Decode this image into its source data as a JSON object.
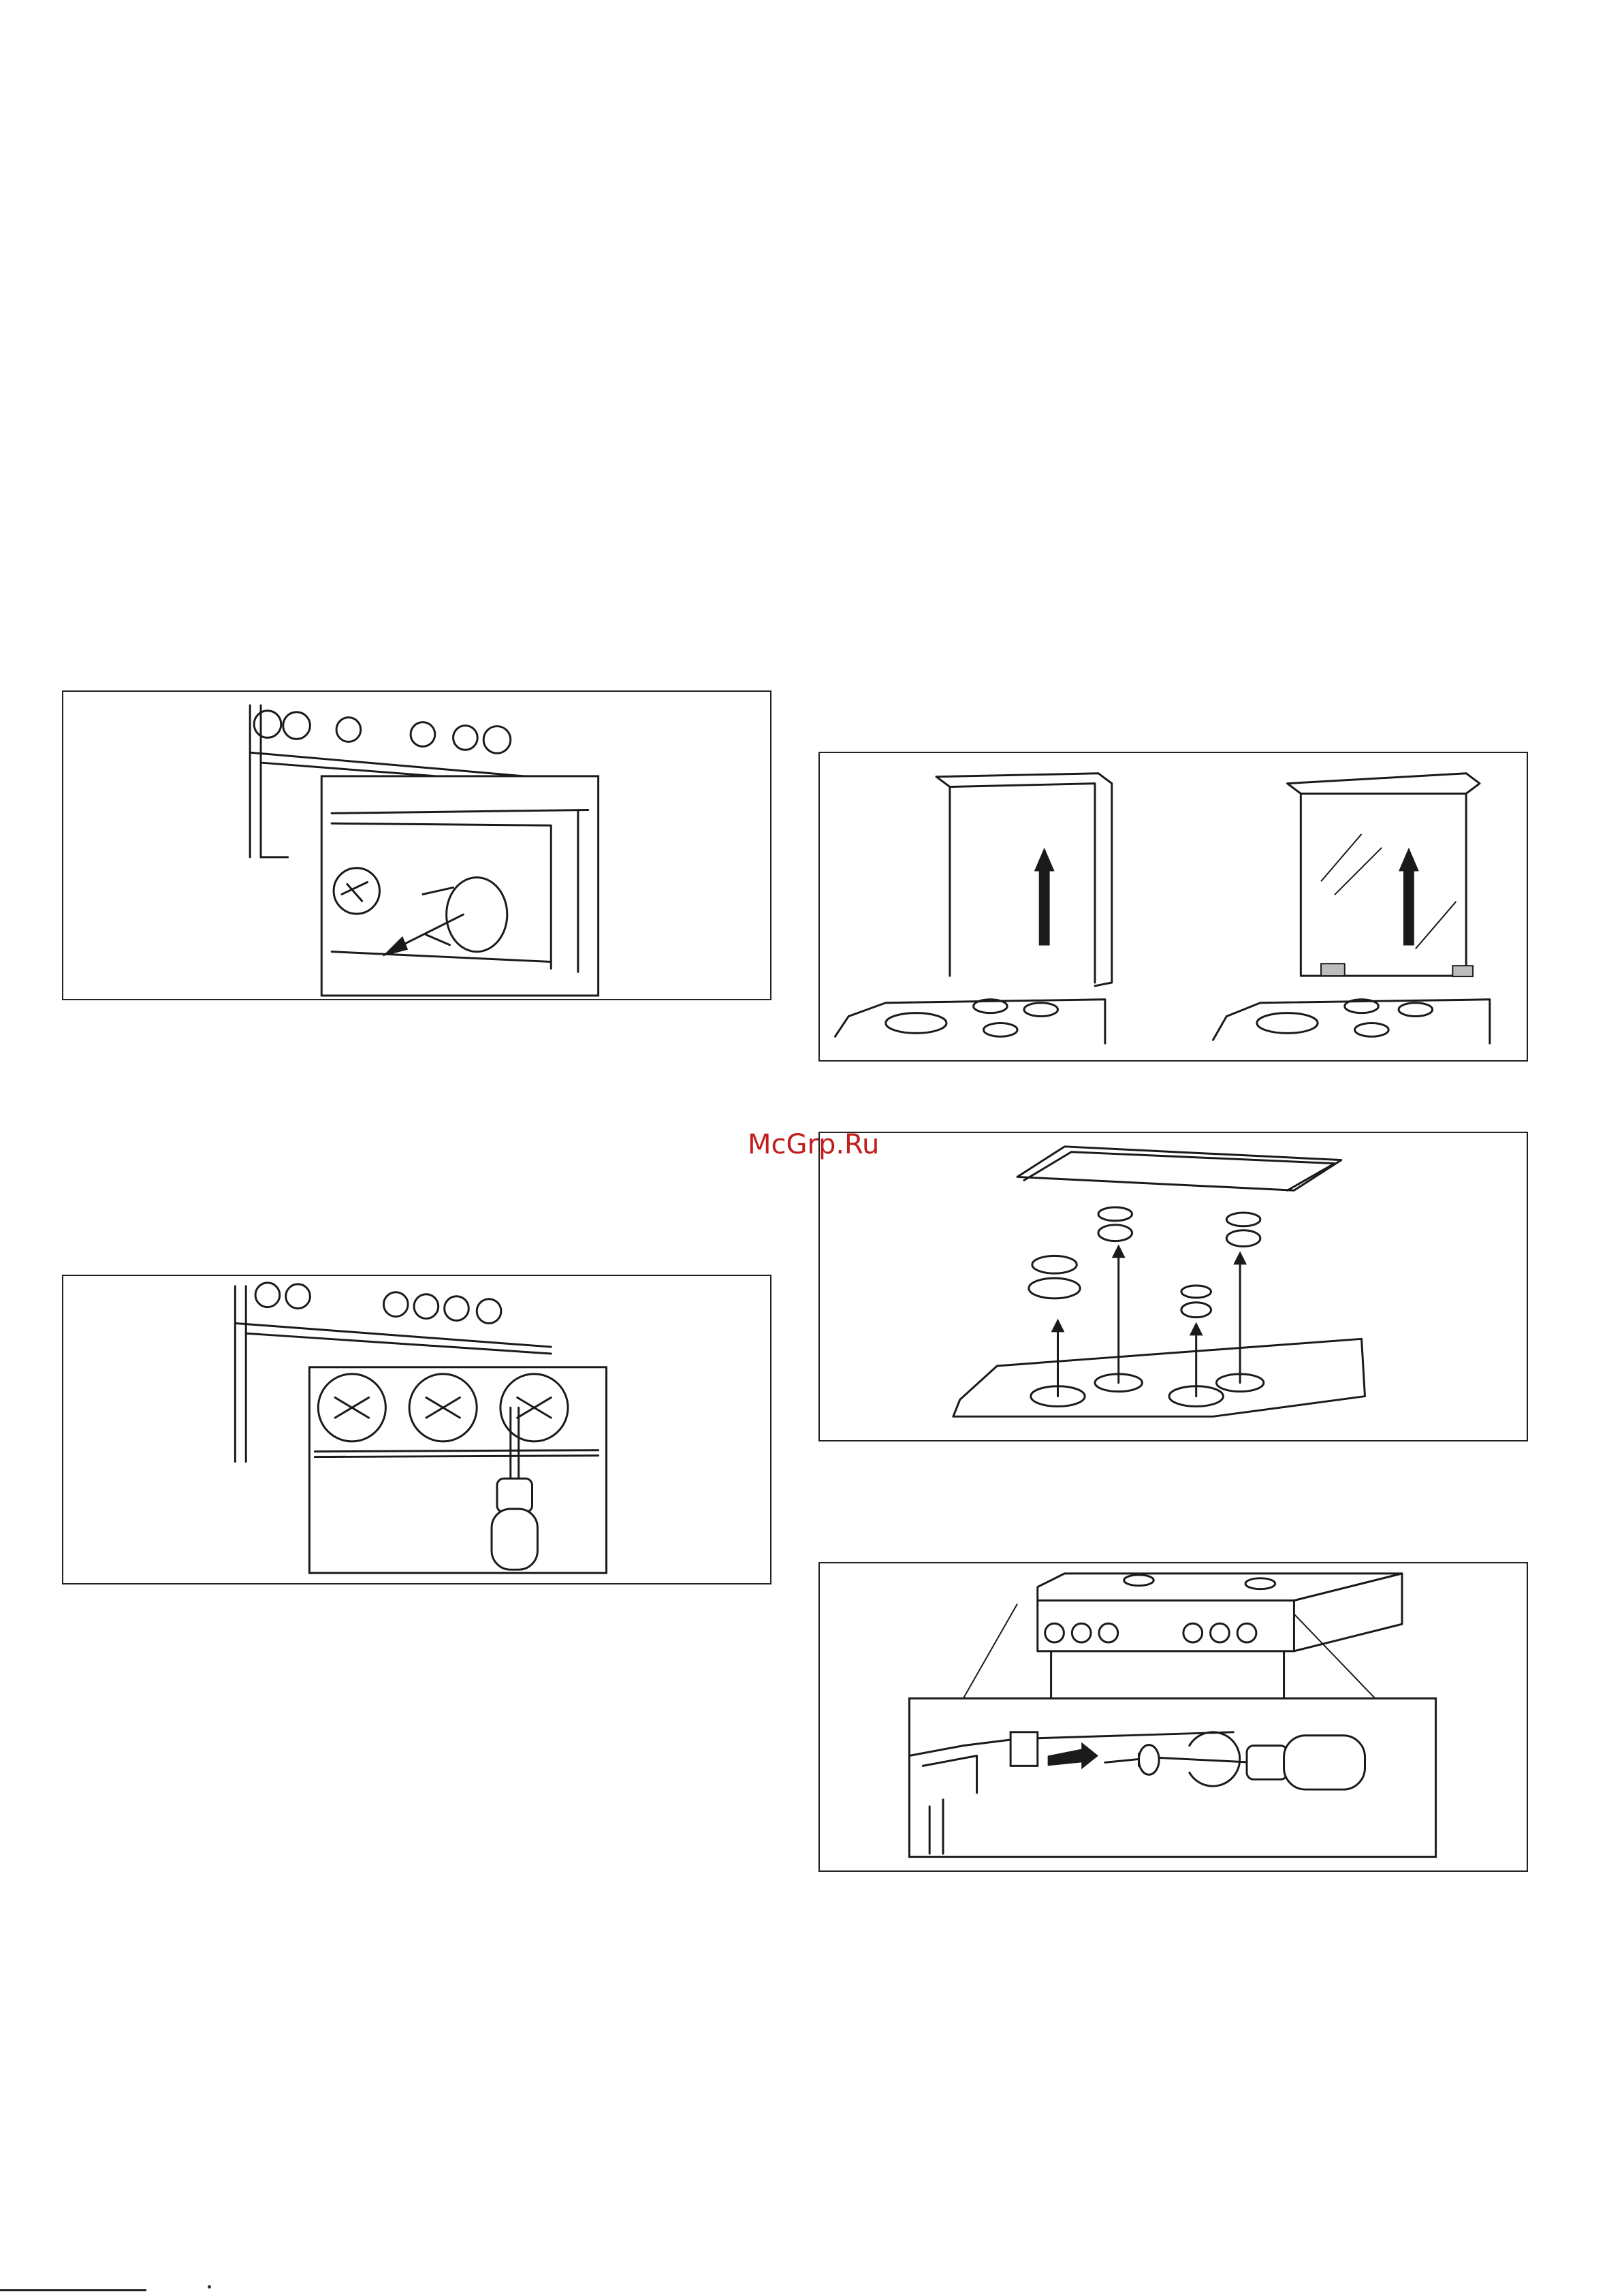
{
  "watermark": {
    "text": "McGrp.Ru",
    "color": "#c21d1d"
  },
  "figures": [
    {
      "name": "control-knob-removal",
      "icon": "knob-pull-icon"
    },
    {
      "name": "bypass-screw-adjustment",
      "icon": "screwdriver-icon"
    },
    {
      "name": "lid-removal",
      "icon": "lid-lift-icon"
    },
    {
      "name": "burner-cap-removal",
      "icon": "burner-parts-icon"
    },
    {
      "name": "side-screw-removal",
      "icon": "screw-removal-icon"
    }
  ]
}
